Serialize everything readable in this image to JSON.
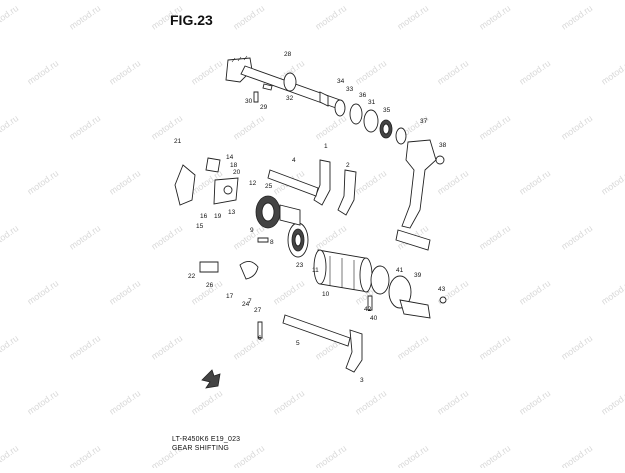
{
  "figure": {
    "title": "FIG.23",
    "model_code": "LT-R450K6 E19_023",
    "caption": "GEAR SHIFTING"
  },
  "watermark": {
    "text": "motod.ru"
  },
  "callouts": [
    "1",
    "2",
    "3",
    "4",
    "5",
    "6",
    "7",
    "8",
    "9",
    "10",
    "11",
    "12",
    "13",
    "14",
    "15",
    "16",
    "17",
    "18",
    "19",
    "20",
    "21",
    "22",
    "23",
    "24",
    "25",
    "26",
    "27",
    "28",
    "29",
    "30",
    "31",
    "32",
    "33",
    "34",
    "35",
    "36",
    "37",
    "38",
    "39",
    "40",
    "41",
    "42",
    "43"
  ]
}
